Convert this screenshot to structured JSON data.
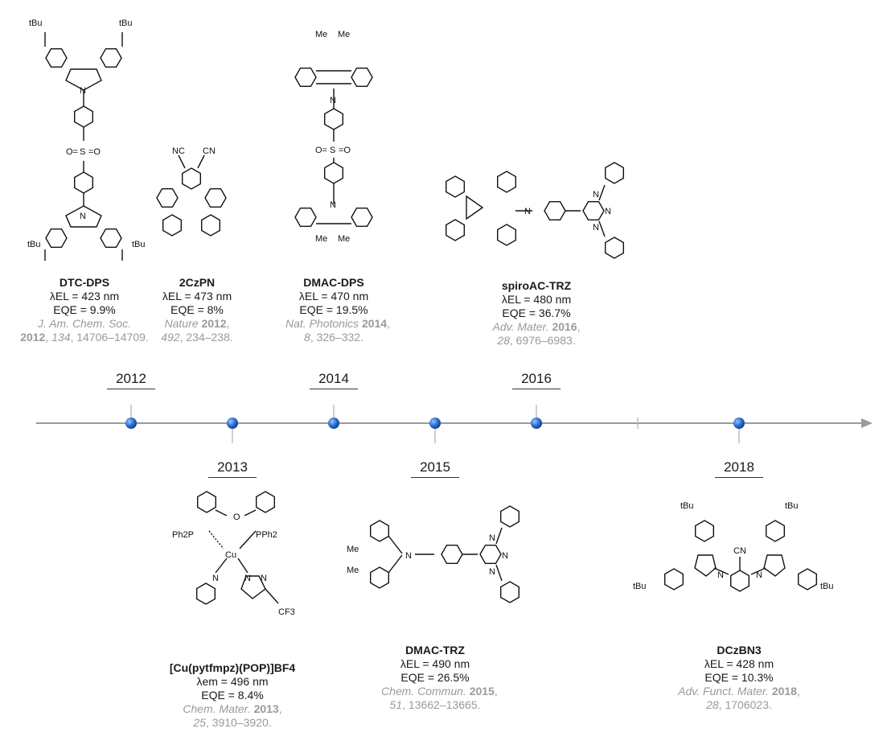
{
  "years": {
    "y2012": "2012",
    "y2013": "2013",
    "y2014": "2014",
    "y2015": "2015",
    "y2016": "2016",
    "y2018": "2018"
  },
  "compounds": {
    "dtc": {
      "name": "DTC-DPS",
      "lambda": "λEL = 423 nm",
      "eqe": "EQE = 9.9%",
      "ref_journal": "J. Am. Chem. Soc.",
      "ref_year": "2012",
      "ref_vol": "134",
      "ref_pages": ", 14706–14709."
    },
    "czpn": {
      "name": "2CzPN",
      "lambda": "λEL = 473 nm",
      "eqe": "EQE = 8%",
      "ref_journal": "Nature",
      "ref_year": "2012",
      "ref_vol": "492",
      "ref_pages": ", 234–238."
    },
    "dmacdps": {
      "name": "DMAC-DPS",
      "lambda": "λEL = 470 nm",
      "eqe": "EQE = 19.5%",
      "ref_journal": "Nat. Photonics",
      "ref_year": "2014",
      "ref_vol": "8",
      "ref_pages": ", 326–332."
    },
    "spiro": {
      "name": "spiroAC-TRZ",
      "lambda": "λEL = 480 nm",
      "eqe": "EQE = 36.7%",
      "ref_journal": "Adv. Mater.",
      "ref_year": "2016",
      "ref_vol": "28",
      "ref_pages": ", 6976–6983."
    },
    "cu": {
      "name": "[Cu(pytfmpz)(POP)]BF4",
      "lambda": "λem = 496 nm",
      "eqe": "EQE = 8.4%",
      "ref_journal": "Chem. Mater.",
      "ref_year": "2013",
      "ref_vol": "25",
      "ref_pages": ", 3910–3920."
    },
    "dmactrz": {
      "name": "DMAC-TRZ",
      "lambda": "λEL = 490 nm",
      "eqe": "EQE = 26.5%",
      "ref_journal": "Chem. Commun.",
      "ref_year": "2015",
      "ref_vol": "51",
      "ref_pages": ", 13662–13665."
    },
    "dczbn": {
      "name": "DCzBN3",
      "lambda": "λEL = 428 nm",
      "eqe": "EQE = 10.3%",
      "ref_journal": "Adv. Funct. Mater.",
      "ref_year": "2018",
      "ref_vol": "28",
      "ref_pages": ", 1706023."
    }
  },
  "atoms": {
    "tbu": "tBu",
    "n": "N",
    "o": "O",
    "s": "S",
    "me": "Me",
    "nc": "NC",
    "cn": "CN",
    "p_ph2_left": "Ph2P",
    "p_ph2_right": "PPh2",
    "cu": "Cu",
    "cf3": "CF3"
  },
  "colors": {
    "axis": "#9a9a9a",
    "node": "#1f5fb5",
    "node_hi": "#7fb0ff",
    "ref": "#9a9a9a"
  }
}
